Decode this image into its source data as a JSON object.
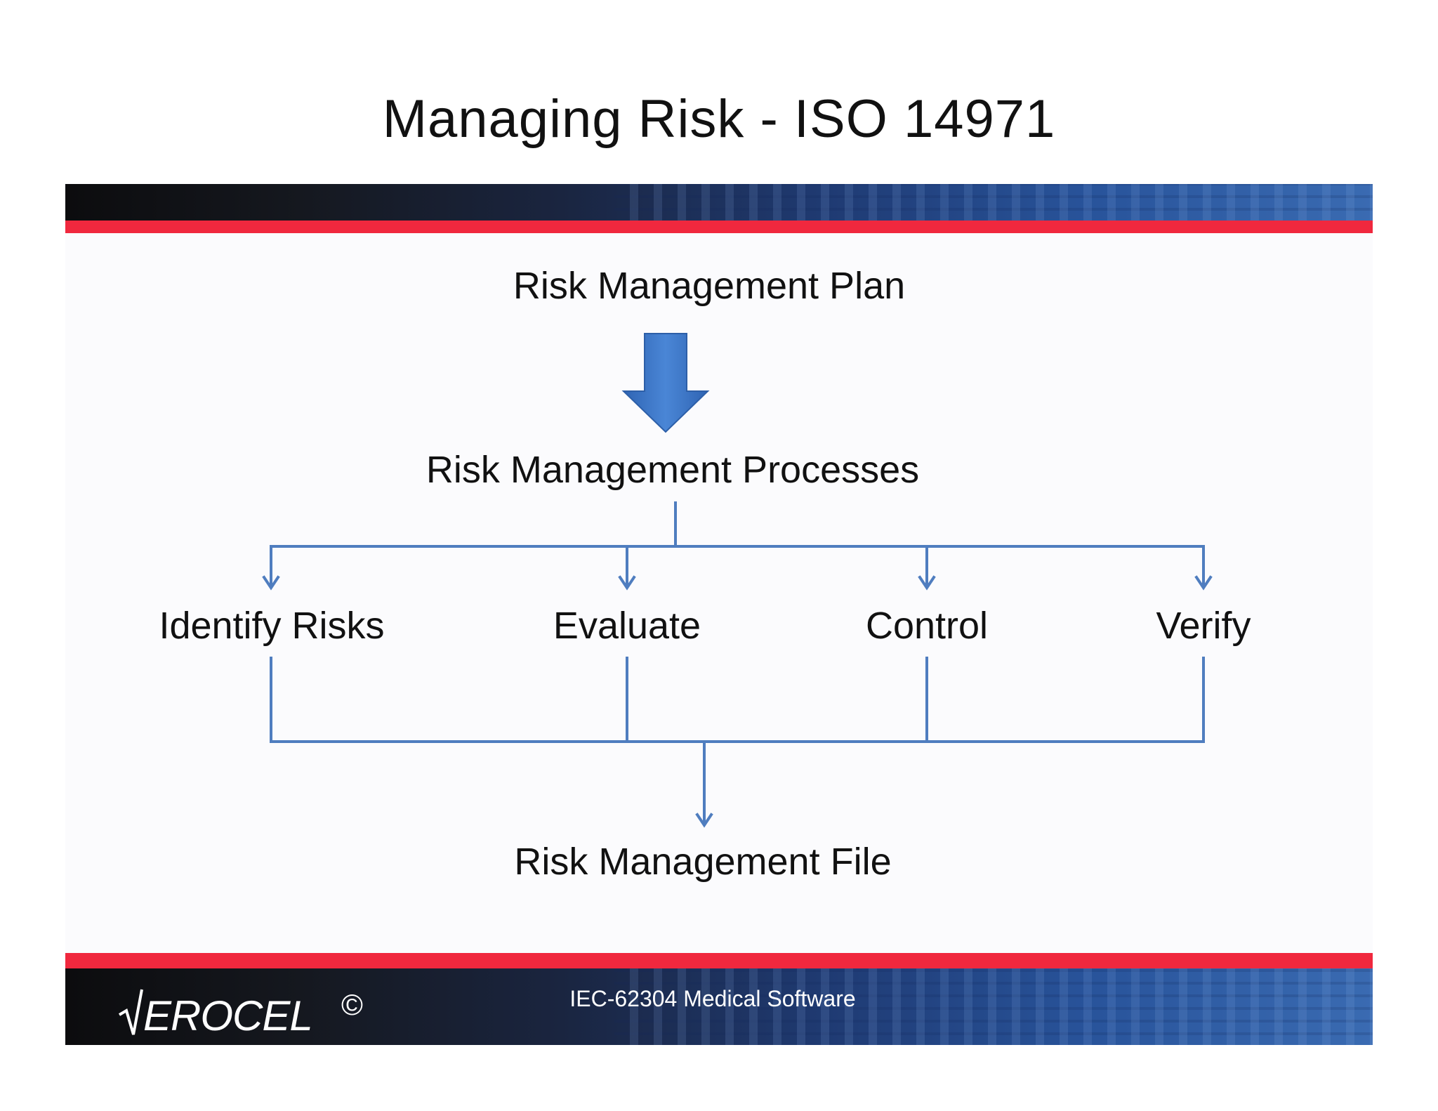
{
  "title": "Managing Risk - ISO 14971",
  "diagram": {
    "plan": "Risk Management Plan",
    "processes": "Risk Management Processes",
    "steps": [
      "Identify Risks",
      "Evaluate",
      "Control",
      "Verify"
    ],
    "file": "Risk Management File"
  },
  "footer": {
    "logo": "ERŌCEL",
    "logo_text": "EROCEL",
    "copyright": "©",
    "text": "IEC-62304 Medical Software"
  },
  "colors": {
    "accent_red": "#f0283e",
    "connector_blue": "#4f7dbf",
    "arrow_blue": "#3d74c4"
  }
}
